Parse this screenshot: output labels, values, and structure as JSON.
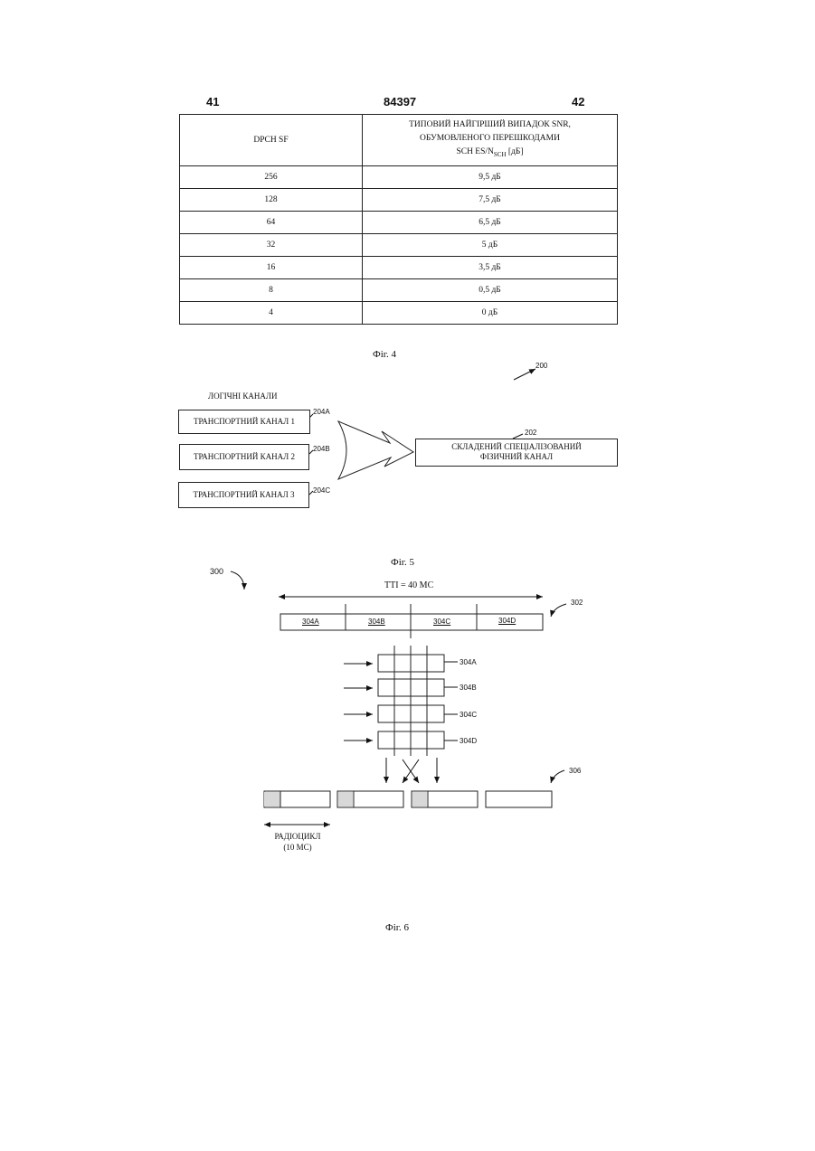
{
  "header": {
    "left_page": "41",
    "doc_number": "84397",
    "right_page": "42"
  },
  "table": {
    "col1_header": "DPCH SF",
    "col2_header_lines": [
      "ТИПОВИЙ НАЙГІРШИЙ ВИПАДОК SNR,",
      "ОБУМОВЛЕНОГО ПЕРЕШКОДАМИ"
    ],
    "col2_header_line3_pre": "SCH ES/N",
    "col2_header_line3_sub": "SCH",
    "col2_header_line3_post": " [дБ]",
    "rows": [
      {
        "sf": "256",
        "snr": "9,5 дБ"
      },
      {
        "sf": "128",
        "snr": "7,5 дБ"
      },
      {
        "sf": "64",
        "snr": "6,5 дБ"
      },
      {
        "sf": "32",
        "snr": "5 дБ"
      },
      {
        "sf": "16",
        "snr": "3,5 дБ"
      },
      {
        "sf": "8",
        "snr": "0,5 дБ"
      },
      {
        "sf": "4",
        "snr": "0 дБ"
      }
    ]
  },
  "fig4_caption": "Фіг. 4",
  "fig5": {
    "ref_main": "200",
    "logical_channels_label": "ЛОГІЧНІ КАНАЛИ",
    "transport_channels": [
      {
        "label": "ТРАНСПОРТНИЙ КАНАЛ 1",
        "ref": "204A"
      },
      {
        "label": "ТРАНСПОРТНИЙ КАНАЛ 2",
        "ref": "204B"
      },
      {
        "label": "ТРАНСПОРТНИЙ КАНАЛ 3",
        "ref": "204C"
      }
    ],
    "composite_ref": "202",
    "composite_line1": "СКЛАДЕНИЙ СПЕЦІАЛІЗОВАНИЙ",
    "composite_line2": "ФІЗИЧНИЙ КАНАЛ",
    "caption": "Фіг. 5"
  },
  "fig6": {
    "ref_main": "300",
    "tti_label": "TTI = 40 MC",
    "frame_ref": "302",
    "segments": [
      "304A",
      "304B",
      "304C",
      "304D"
    ],
    "rows_refs": [
      "304A",
      "304B",
      "304C",
      "304D"
    ],
    "output_ref": "306",
    "radio_frame_line1": "РАДІОЦИКЛ",
    "radio_frame_line2": "(10 MC)",
    "caption": "Фіг. 6"
  }
}
